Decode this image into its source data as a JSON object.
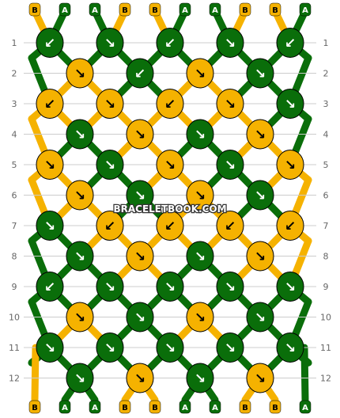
{
  "watermark": "BRACELETBOOK.COM",
  "colors": {
    "A": "#0a6e0a",
    "B": "#f5b200",
    "knot_stroke": "#000000",
    "arrow": "#ffffff",
    "label_text_A": "#ffffff",
    "label_text_B": "#000000",
    "row_number": "#666666"
  },
  "top_strands": [
    "B",
    "A",
    "A",
    "B",
    "B",
    "A",
    "A",
    "B",
    "B",
    "A"
  ],
  "bottom_strands": [
    "B",
    "A",
    "A",
    "B",
    "B",
    "A",
    "A",
    "B",
    "B",
    "A"
  ],
  "row_labels": [
    "1",
    "2",
    "3",
    "4",
    "5",
    "6",
    "7",
    "8",
    "9",
    "10",
    "11",
    "12"
  ],
  "knots": [
    [
      {
        "c": "A",
        "d": "↙"
      },
      {
        "c": "A",
        "d": "↘"
      },
      {
        "c": "A",
        "d": "↙"
      },
      {
        "c": "A",
        "d": "↘"
      },
      {
        "c": "A",
        "d": "↙"
      }
    ],
    [
      {
        "c": "B",
        "d": "↘"
      },
      {
        "c": "A",
        "d": "↙"
      },
      {
        "c": "B",
        "d": "↘"
      },
      {
        "c": "A",
        "d": "↘"
      }
    ],
    [
      {
        "c": "B",
        "d": "↙"
      },
      {
        "c": "B",
        "d": "↘"
      },
      {
        "c": "B",
        "d": "↙"
      },
      {
        "c": "B",
        "d": "↘"
      },
      {
        "c": "A",
        "d": "↘"
      }
    ],
    [
      {
        "c": "A",
        "d": "↘"
      },
      {
        "c": "B",
        "d": "↘"
      },
      {
        "c": "A",
        "d": "↘"
      },
      {
        "c": "B",
        "d": "↘"
      }
    ],
    [
      {
        "c": "B",
        "d": "↘"
      },
      {
        "c": "A",
        "d": "↘"
      },
      {
        "c": "B",
        "d": "↘"
      },
      {
        "c": "A",
        "d": "↘"
      },
      {
        "c": "B",
        "d": "↘"
      }
    ],
    [
      {
        "c": "B",
        "d": "↘"
      },
      {
        "c": "A",
        "d": "↘"
      },
      {
        "c": "B",
        "d": "↘"
      },
      {
        "c": "A",
        "d": "↘"
      }
    ],
    [
      {
        "c": "A",
        "d": "↘"
      },
      {
        "c": "B",
        "d": "↙"
      },
      {
        "c": "B",
        "d": "↙"
      },
      {
        "c": "B",
        "d": "↙"
      },
      {
        "c": "B",
        "d": "↙"
      }
    ],
    [
      {
        "c": "A",
        "d": "↘"
      },
      {
        "c": "B",
        "d": "↘"
      },
      {
        "c": "A",
        "d": "↘"
      },
      {
        "c": "B",
        "d": "↘"
      }
    ],
    [
      {
        "c": "A",
        "d": "↙"
      },
      {
        "c": "A",
        "d": "↘"
      },
      {
        "c": "A",
        "d": "↘"
      },
      {
        "c": "A",
        "d": "↘"
      },
      {
        "c": "A",
        "d": "↘"
      }
    ],
    [
      {
        "c": "B",
        "d": "↘"
      },
      {
        "c": "A",
        "d": "↘"
      },
      {
        "c": "B",
        "d": "↘"
      },
      {
        "c": "A",
        "d": "↘"
      }
    ],
    [
      {
        "c": "A",
        "d": "↘"
      },
      {
        "c": "A",
        "d": "↘"
      },
      {
        "c": "A",
        "d": "↘"
      },
      {
        "c": "A",
        "d": "↘"
      },
      {
        "c": "A",
        "d": "↘"
      }
    ],
    [
      {
        "c": "A",
        "d": "↘"
      },
      {
        "c": "B",
        "d": "↘"
      },
      {
        "c": "A",
        "d": "↘"
      },
      {
        "c": "B",
        "d": "↘"
      }
    ]
  ]
}
